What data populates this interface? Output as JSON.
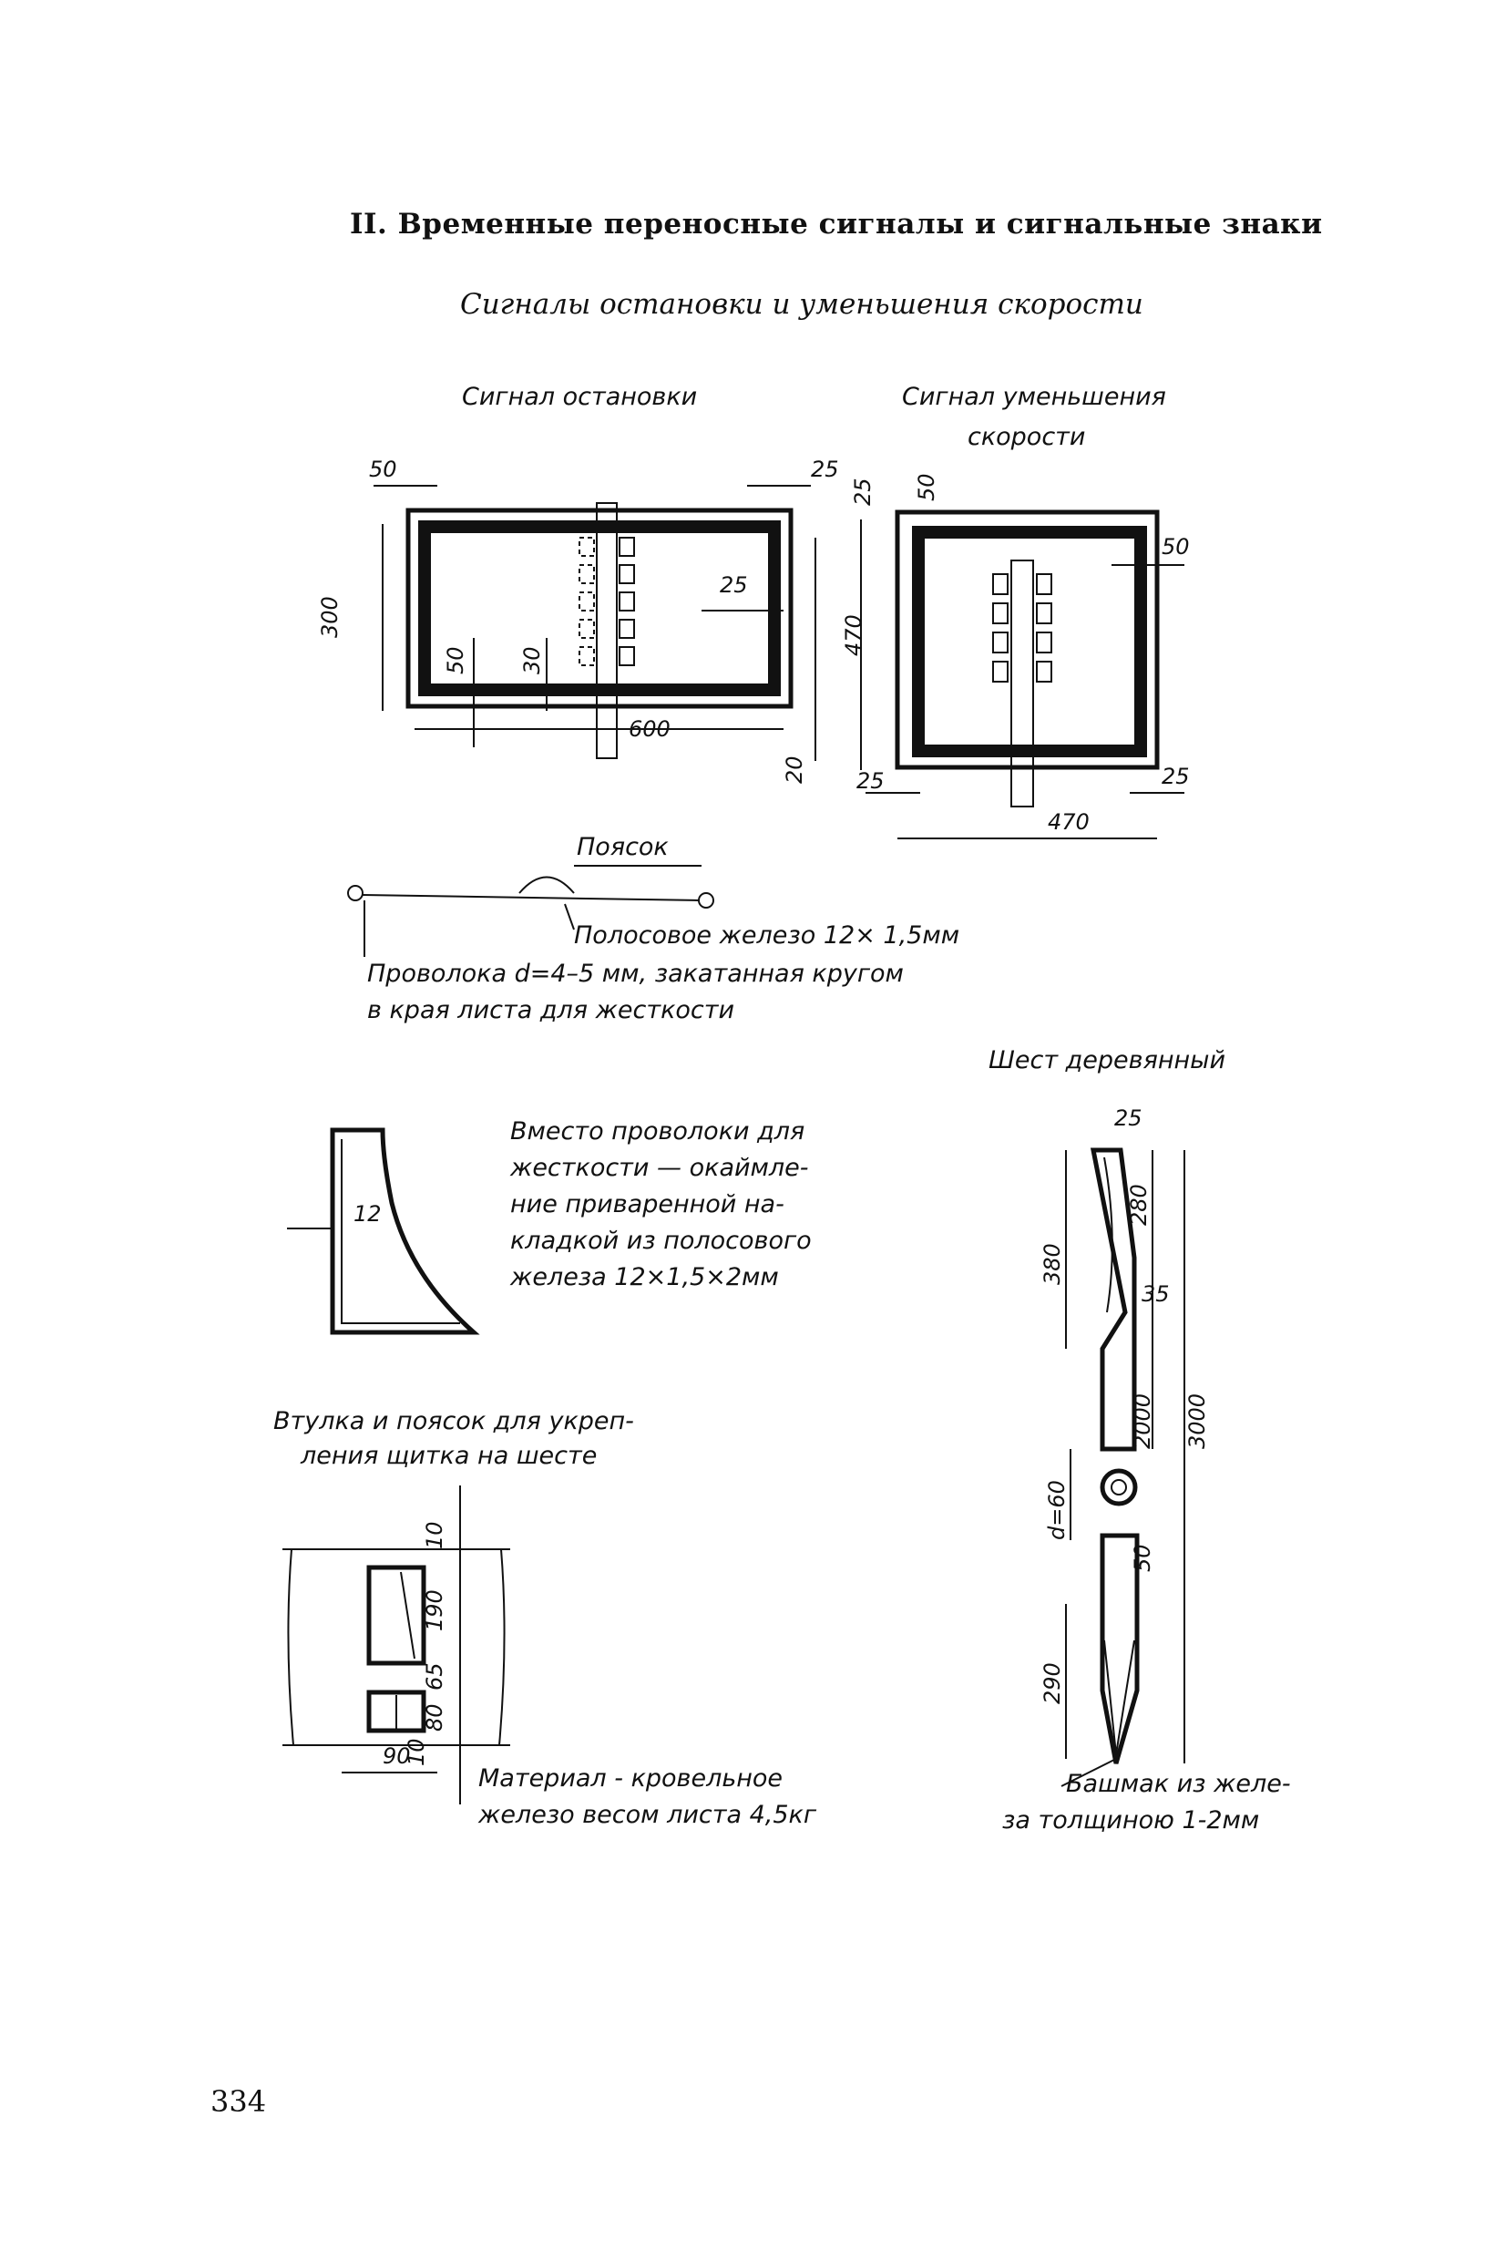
{
  "page": {
    "section_title": "II. Временные переносные сигналы и сигнальные знаки",
    "subtitle": "Сигналы остановки и уменьшения скорости",
    "page_number": "334"
  },
  "stop_signal": {
    "caption": "Сигнал остановки",
    "dims": [
      "50",
      "25",
      "300",
      "50",
      "30",
      "25",
      "470",
      "600",
      "20"
    ]
  },
  "slow_signal": {
    "caption_line1": "Сигнал уменьшения",
    "caption_line2": "скорости",
    "dims": [
      "25",
      "50",
      "50",
      "25",
      "25",
      "470"
    ]
  },
  "belt": {
    "label": "Поясок",
    "strip_label": "Полосовое железо 12× 1,5мм",
    "wire_line1": "Проволока  d=4–5 мм,  закатанная кругом",
    "wire_line2": "в края  листа   для  жесткости"
  },
  "edging": {
    "dim": "12",
    "lines": [
      "Вместо проволоки для",
      "жесткости — окаймле-",
      "ние приваренной на-",
      "кладкой из полосового",
      "железа  12×1,5×2мм"
    ]
  },
  "bushing": {
    "caption_line1": "Втулка и поясок для укреп-",
    "caption_line2": "ления щитка на шесте",
    "dims": [
      "10",
      "190",
      "65",
      "80",
      "10",
      "90"
    ],
    "material_line1": "Материал - кровельное",
    "material_line2": "железо весом листа 4,5кг"
  },
  "pole": {
    "caption": "Шест деревянный",
    "dims": [
      "25",
      "280",
      "380",
      "35",
      "2000",
      "3000",
      "d=60",
      "50",
      "290"
    ],
    "shoe_line1": "Башмак из желе-",
    "shoe_line2": "за толщиною 1-2мм"
  }
}
